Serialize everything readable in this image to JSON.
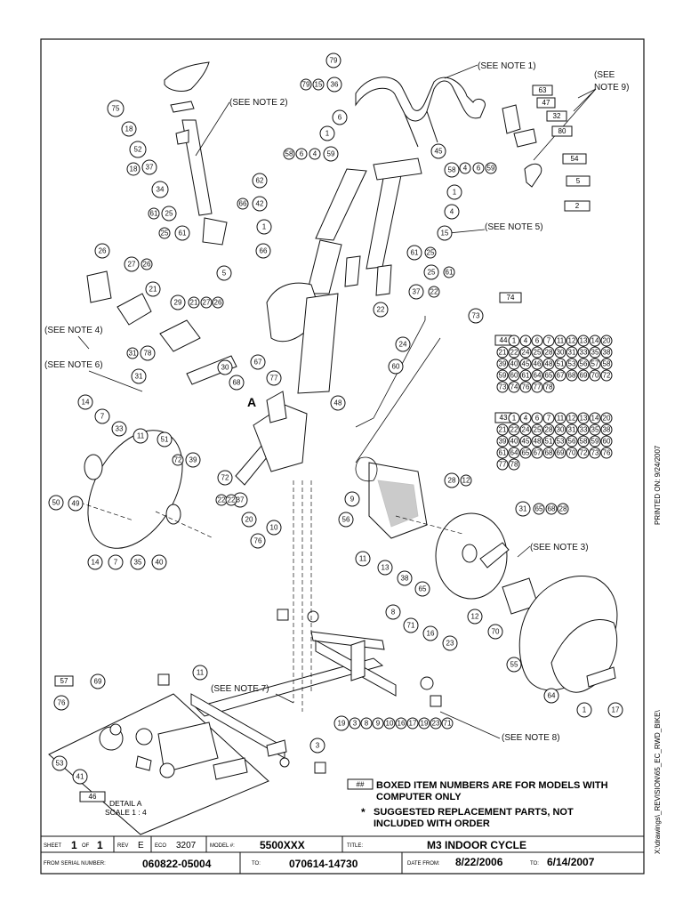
{
  "notes": {
    "note1": "(SEE NOTE 1)",
    "note2": "(SEE NOTE 2)",
    "note3": "(SEE NOTE 3)",
    "note4": "(SEE NOTE 4)",
    "note5": "(SEE NOTE 5)",
    "note6": "(SEE NOTE 6)",
    "note7": "(SEE NOTE 7)",
    "note8": "(SEE NOTE 8)",
    "note9a": "(SEE",
    "note9b": "NOTE 9)"
  },
  "boxed_labels": {
    "b63": "63",
    "b47": "47",
    "b32": "32",
    "b80": "80",
    "b54": "54",
    "b5": "5",
    "b2": "2",
    "b74": "74",
    "b57": "57",
    "b46": "46",
    "b44": "44",
    "b43": "43",
    "hash": "##"
  },
  "detail": {
    "line1": "DETAIL A",
    "line2": "SCALE 1 : 4"
  },
  "label_A": "A",
  "legend": {
    "boxed_line1": "BOXED ITEM NUMBERS ARE FOR MODELS WITH",
    "boxed_line2": "COMPUTER ONLY",
    "star": "*",
    "suggested_line1": "SUGGESTED REPLACEMENT PARTS, NOT",
    "suggested_line2": "INCLUDED WITH ORDER"
  },
  "side_text": {
    "printed": "PRINTED ON:   9/24/2007",
    "path": "X:\\drawings\\_REVISION\\65_EC_RWD_BIKE\\"
  },
  "title_block": {
    "sheet_label": "SHEET",
    "sheet_num": "1",
    "of_label": "OF",
    "sheet_total": "1",
    "rev_label": "REV",
    "rev": "E",
    "eco_label": "ECO",
    "eco": "3207",
    "model_label": "MODEL #:",
    "model": "5500XXX",
    "title_label": "TITLE:",
    "title": "M3  INDOOR CYCLE",
    "from_serial_label": "FROM SERIAL NUMBER:",
    "from_serial": "060822-05004",
    "to_label": "TO:",
    "to_serial": "070614-14730",
    "date_from_label": "DATE FROM:",
    "date_from": "8/22/2006",
    "date_to_label": "TO:",
    "date_to": "6/14/2007"
  },
  "group44": [
    [
      "1",
      "4",
      "6",
      "7",
      "11",
      "12",
      "13",
      "14",
      "20"
    ],
    [
      "21",
      "22",
      "24",
      "25",
      "28",
      "30",
      "31",
      "33",
      "35",
      "38"
    ],
    [
      "39",
      "40",
      "45",
      "46",
      "48",
      "51",
      "53",
      "56",
      "57",
      "58"
    ],
    [
      "59",
      "60",
      "61",
      "64",
      "65",
      "67",
      "68",
      "69",
      "70",
      "72"
    ],
    [
      "73",
      "74",
      "76",
      "77",
      "78"
    ]
  ],
  "group43": [
    [
      "1",
      "4",
      "6",
      "7",
      "11",
      "12",
      "13",
      "14",
      "20"
    ],
    [
      "21",
      "22",
      "24",
      "25",
      "28",
      "30",
      "31",
      "33",
      "35",
      "38"
    ],
    [
      "39",
      "40",
      "45",
      "48",
      "51",
      "53",
      "56",
      "58",
      "59",
      "60"
    ],
    [
      "61",
      "64",
      "65",
      "67",
      "68",
      "69",
      "70",
      "72",
      "73",
      "76"
    ],
    [
      "77",
      "78"
    ]
  ],
  "group41": [
    "3",
    "8",
    "9",
    "10",
    "16",
    "17",
    "19",
    "23",
    "71"
  ],
  "callouts": [
    {
      "n": "79"
    },
    {
      "n": "79"
    },
    {
      "n": "15"
    },
    {
      "n": "36"
    },
    {
      "n": "75"
    },
    {
      "n": "18"
    },
    {
      "n": "52"
    },
    {
      "n": "18"
    },
    {
      "n": "37"
    },
    {
      "n": "34"
    },
    {
      "n": "6"
    },
    {
      "n": "1"
    },
    {
      "n": "58"
    },
    {
      "n": "6"
    },
    {
      "n": "4"
    },
    {
      "n": "59"
    },
    {
      "n": "45"
    },
    {
      "n": "58"
    },
    {
      "n": "4"
    },
    {
      "n": "6"
    },
    {
      "n": "59"
    },
    {
      "n": "1"
    },
    {
      "n": "4"
    },
    {
      "n": "62"
    },
    {
      "n": "66"
    },
    {
      "n": "42"
    },
    {
      "n": "61"
    },
    {
      "n": "25"
    },
    {
      "n": "25"
    },
    {
      "n": "61"
    },
    {
      "n": "1"
    },
    {
      "n": "66"
    },
    {
      "n": "15"
    },
    {
      "n": "61"
    },
    {
      "n": "25"
    },
    {
      "n": "25"
    },
    {
      "n": "61"
    },
    {
      "n": "26"
    },
    {
      "n": "27"
    },
    {
      "n": "26"
    },
    {
      "n": "5"
    },
    {
      "n": "21"
    },
    {
      "n": "29"
    },
    {
      "n": "21"
    },
    {
      "n": "27"
    },
    {
      "n": "26"
    },
    {
      "n": "37"
    },
    {
      "n": "22"
    },
    {
      "n": "22"
    },
    {
      "n": "73"
    },
    {
      "n": "31"
    },
    {
      "n": "78"
    },
    {
      "n": "31"
    },
    {
      "n": "30"
    },
    {
      "n": "68"
    },
    {
      "n": "67"
    },
    {
      "n": "24"
    },
    {
      "n": "77"
    },
    {
      "n": "60"
    },
    {
      "n": "48"
    },
    {
      "n": "14"
    },
    {
      "n": "7"
    },
    {
      "n": "33"
    },
    {
      "n": "11"
    },
    {
      "n": "51"
    },
    {
      "n": "72"
    },
    {
      "n": "39"
    },
    {
      "n": "72"
    },
    {
      "n": "37"
    },
    {
      "n": "22"
    },
    {
      "n": "22"
    },
    {
      "n": "20"
    },
    {
      "n": "76"
    },
    {
      "n": "10"
    },
    {
      "n": "9"
    },
    {
      "n": "56"
    },
    {
      "n": "28"
    },
    {
      "n": "12"
    },
    {
      "n": "50"
    },
    {
      "n": "49"
    },
    {
      "n": "14"
    },
    {
      "n": "7"
    },
    {
      "n": "35"
    },
    {
      "n": "40"
    },
    {
      "n": "31"
    },
    {
      "n": "65"
    },
    {
      "n": "68"
    },
    {
      "n": "28"
    },
    {
      "n": "11"
    },
    {
      "n": "13"
    },
    {
      "n": "38"
    },
    {
      "n": "65"
    },
    {
      "n": "12"
    },
    {
      "n": "70"
    },
    {
      "n": "55"
    },
    {
      "n": "64"
    },
    {
      "n": "1"
    },
    {
      "n": "17"
    },
    {
      "n": "8"
    },
    {
      "n": "71"
    },
    {
      "n": "16"
    },
    {
      "n": "23"
    },
    {
      "n": "11"
    },
    {
      "n": "69"
    },
    {
      "n": "76"
    },
    {
      "n": "53"
    },
    {
      "n": "41"
    },
    {
      "n": "19"
    },
    {
      "n": "3"
    }
  ]
}
